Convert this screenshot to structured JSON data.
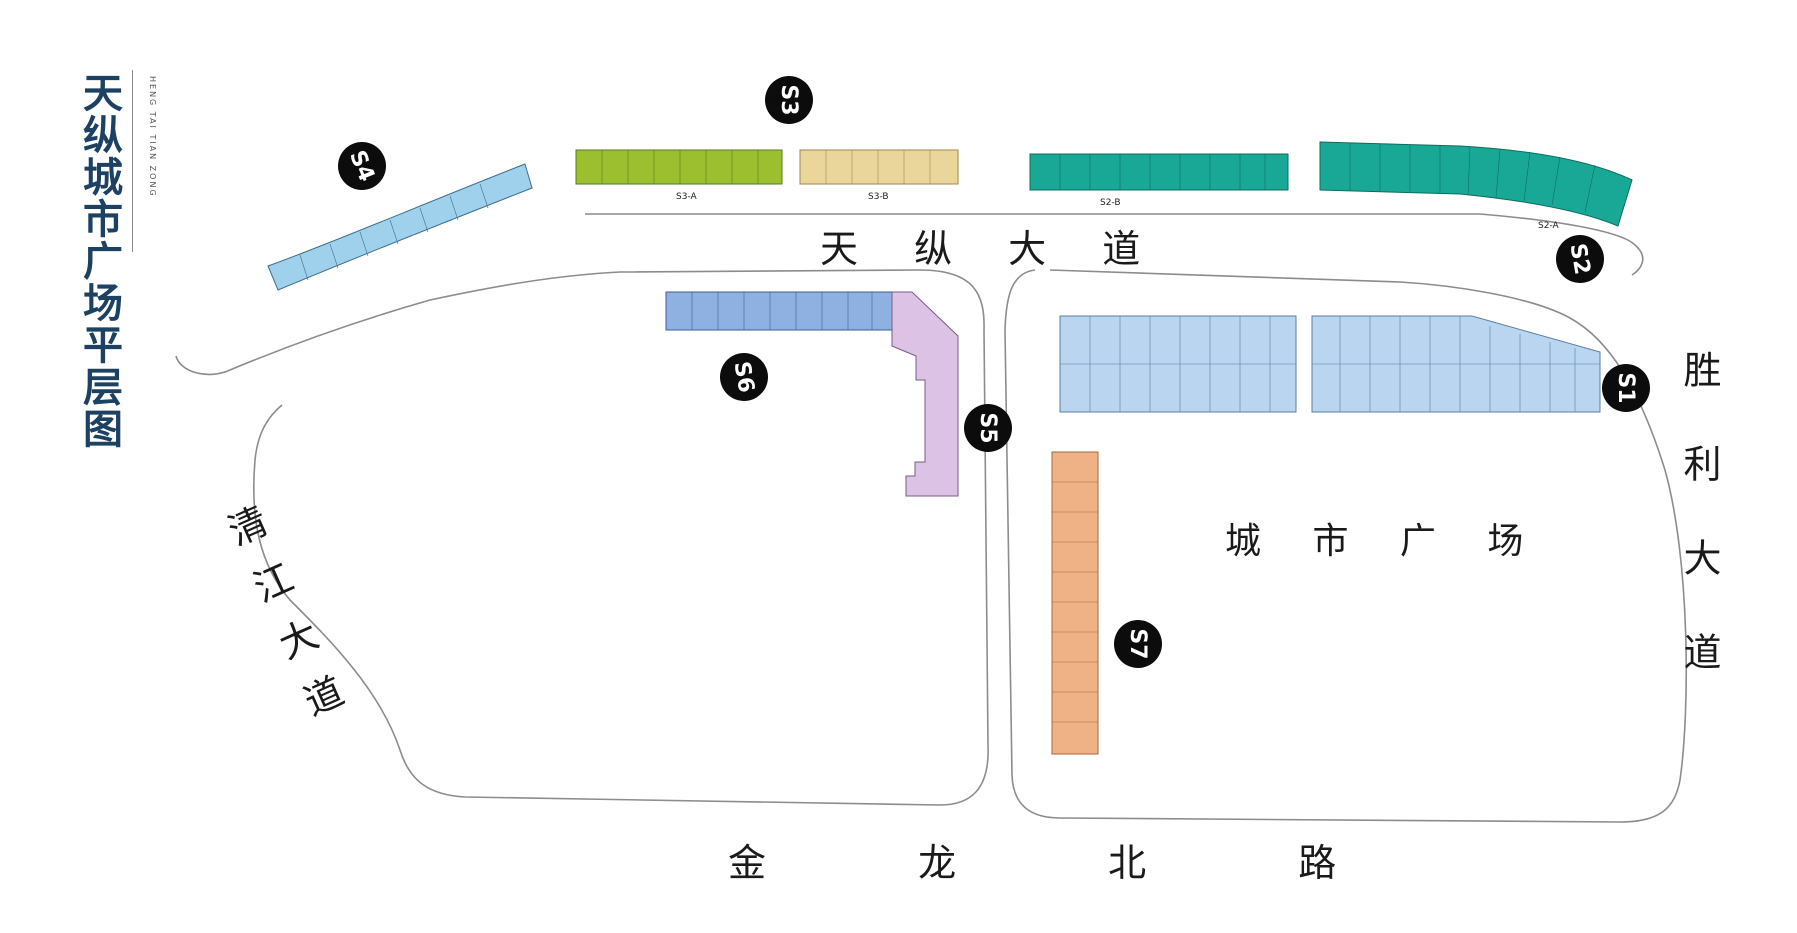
{
  "title": {
    "cn": "天纵城市广场平层图",
    "en": "HENG TAI TIAN ZONG"
  },
  "roads": {
    "north": "天 纵 大 道",
    "south": "金 龙 北 路",
    "west": "清 江 大 道",
    "east": "胜 利 大 道"
  },
  "plaza_label": "城 市 广 场",
  "blocks": {
    "S1": "S1",
    "S2": "S2",
    "S3": "S3",
    "S4": "S4",
    "S5": "S5",
    "S6": "S6",
    "S7": "S7",
    "S3A": "S3-A",
    "S3B": "S3-B",
    "S2B": "S2-B",
    "S2A": "S2-A"
  },
  "colors": {
    "S1": "#b9d5ef",
    "S2": "#1aa896",
    "S3A": "#9bbf2e",
    "S3B": "#ead69a",
    "S4": "#9fd1ec",
    "S5": "#dcc3e6",
    "S6": "#8fb1e2",
    "S7": "#efb186",
    "title": "#1c4163",
    "road_line": "#8c8c8c",
    "badge": "#0c0c0c"
  }
}
